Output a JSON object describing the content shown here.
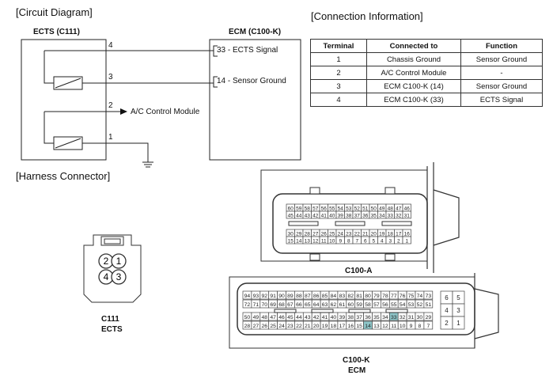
{
  "circuit": {
    "title": "[Circuit Diagram]",
    "ects_title": "ECTS (C111)",
    "ecm_title": "ECM (C100-K)",
    "pins": [
      "4",
      "3",
      "2",
      "1"
    ],
    "ecm_pin_33": "33 - ECTS Signal",
    "ecm_pin_14": "14 - Sensor Ground",
    "ac_label": "A/C Control Module"
  },
  "connection": {
    "title": "[Connection Information]",
    "headers": [
      "Terminal",
      "Connected to",
      "Function"
    ],
    "rows": [
      [
        "1",
        "Chassis Ground",
        "Sensor Ground"
      ],
      [
        "2",
        "A/C Control Module",
        "-"
      ],
      [
        "3",
        "ECM C100-K (14)",
        "Sensor Ground"
      ],
      [
        "4",
        "ECM C100-K (33)",
        "ECTS Signal"
      ]
    ]
  },
  "harness": {
    "title": "[Harness Connector]",
    "c111": {
      "name": "C111",
      "sub": "ECTS",
      "pins": [
        "2",
        "1",
        "4",
        "3"
      ]
    },
    "c100a": {
      "name": "C100-A",
      "rows": [
        [
          "60",
          "59",
          "58",
          "57",
          "56",
          "55",
          "54",
          "53",
          "52",
          "51",
          "50",
          "49",
          "48",
          "47",
          "46"
        ],
        [
          "45",
          "44",
          "43",
          "42",
          "41",
          "40",
          "39",
          "38",
          "37",
          "36",
          "35",
          "34",
          "33",
          "32",
          "31"
        ],
        [
          "30",
          "29",
          "28",
          "27",
          "26",
          "25",
          "24",
          "23",
          "22",
          "21",
          "20",
          "19",
          "18",
          "17",
          "16"
        ],
        [
          "15",
          "14",
          "13",
          "12",
          "11",
          "10",
          "9",
          "8",
          "7",
          "6",
          "5",
          "4",
          "3",
          "2",
          "1"
        ]
      ]
    },
    "c100k": {
      "name": "C100-K",
      "sub": "ECM",
      "highlight": [
        "33",
        "14"
      ],
      "highlight_color": "#8ec5c8",
      "rows": [
        [
          "94",
          "93",
          "92",
          "91",
          "90",
          "89",
          "88",
          "87",
          "86",
          "85",
          "84",
          "83",
          "82",
          "81",
          "80",
          "79",
          "78",
          "77",
          "76",
          "75",
          "74",
          "73"
        ],
        [
          "72",
          "71",
          "70",
          "69",
          "68",
          "67",
          "66",
          "65",
          "64",
          "63",
          "62",
          "61",
          "60",
          "59",
          "58",
          "57",
          "56",
          "55",
          "54",
          "53",
          "52",
          "51"
        ],
        [
          "50",
          "49",
          "48",
          "47",
          "46",
          "45",
          "44",
          "43",
          "42",
          "41",
          "40",
          "39",
          "38",
          "37",
          "36",
          "35",
          "34",
          "33",
          "32",
          "31",
          "30",
          "29"
        ],
        [
          "28",
          "27",
          "26",
          "25",
          "24",
          "23",
          "22",
          "21",
          "20",
          "19",
          "18",
          "17",
          "16",
          "15",
          "14",
          "13",
          "12",
          "11",
          "10",
          "9",
          "8",
          "7"
        ]
      ],
      "side": [
        [
          "6",
          "5"
        ],
        [
          "4",
          "3"
        ],
        [
          "2",
          "1"
        ]
      ]
    }
  }
}
